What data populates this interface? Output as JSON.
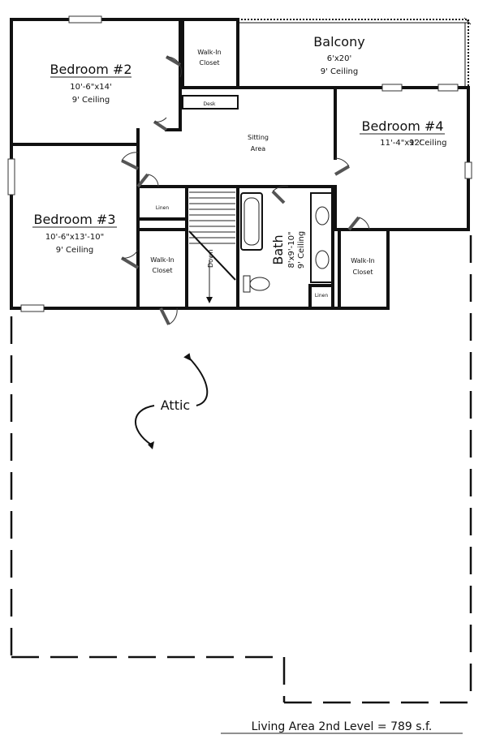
{
  "plan": {
    "rooms": {
      "bedroom2": {
        "name": "Bedroom #2",
        "size": "10'-6\"x14'",
        "ceiling": "9' Ceiling"
      },
      "bedroom3": {
        "name": "Bedroom #3",
        "size": "10'-6\"x13'-10\"",
        "ceiling": "9' Ceiling"
      },
      "bedroom4": {
        "name": "Bedroom #4",
        "size": "11'-4\"x12'",
        "ceiling": "9' Ceiling"
      },
      "balcony": {
        "name": "Balcony",
        "size": "6'x20'",
        "ceiling": "9' Ceiling"
      },
      "bath": {
        "name": "Bath",
        "size": "8'x9'-10\"",
        "ceiling": "9' Ceiling"
      },
      "walkin_a": {
        "line1": "Walk-In",
        "line2": "Closet"
      },
      "walkin_b": {
        "line1": "Walk-In",
        "line2": "Closet"
      },
      "walkin_c": {
        "line1": "Walk-In",
        "line2": "Closet"
      },
      "sitting": {
        "line1": "Sitting",
        "line2": "Area"
      },
      "desk": "Desk",
      "linen_a": "Linen",
      "linen_b": "Linen",
      "stairs": "Down",
      "attic": "Attic"
    },
    "footer": "Living Area 2nd Level = 789 s.f."
  }
}
